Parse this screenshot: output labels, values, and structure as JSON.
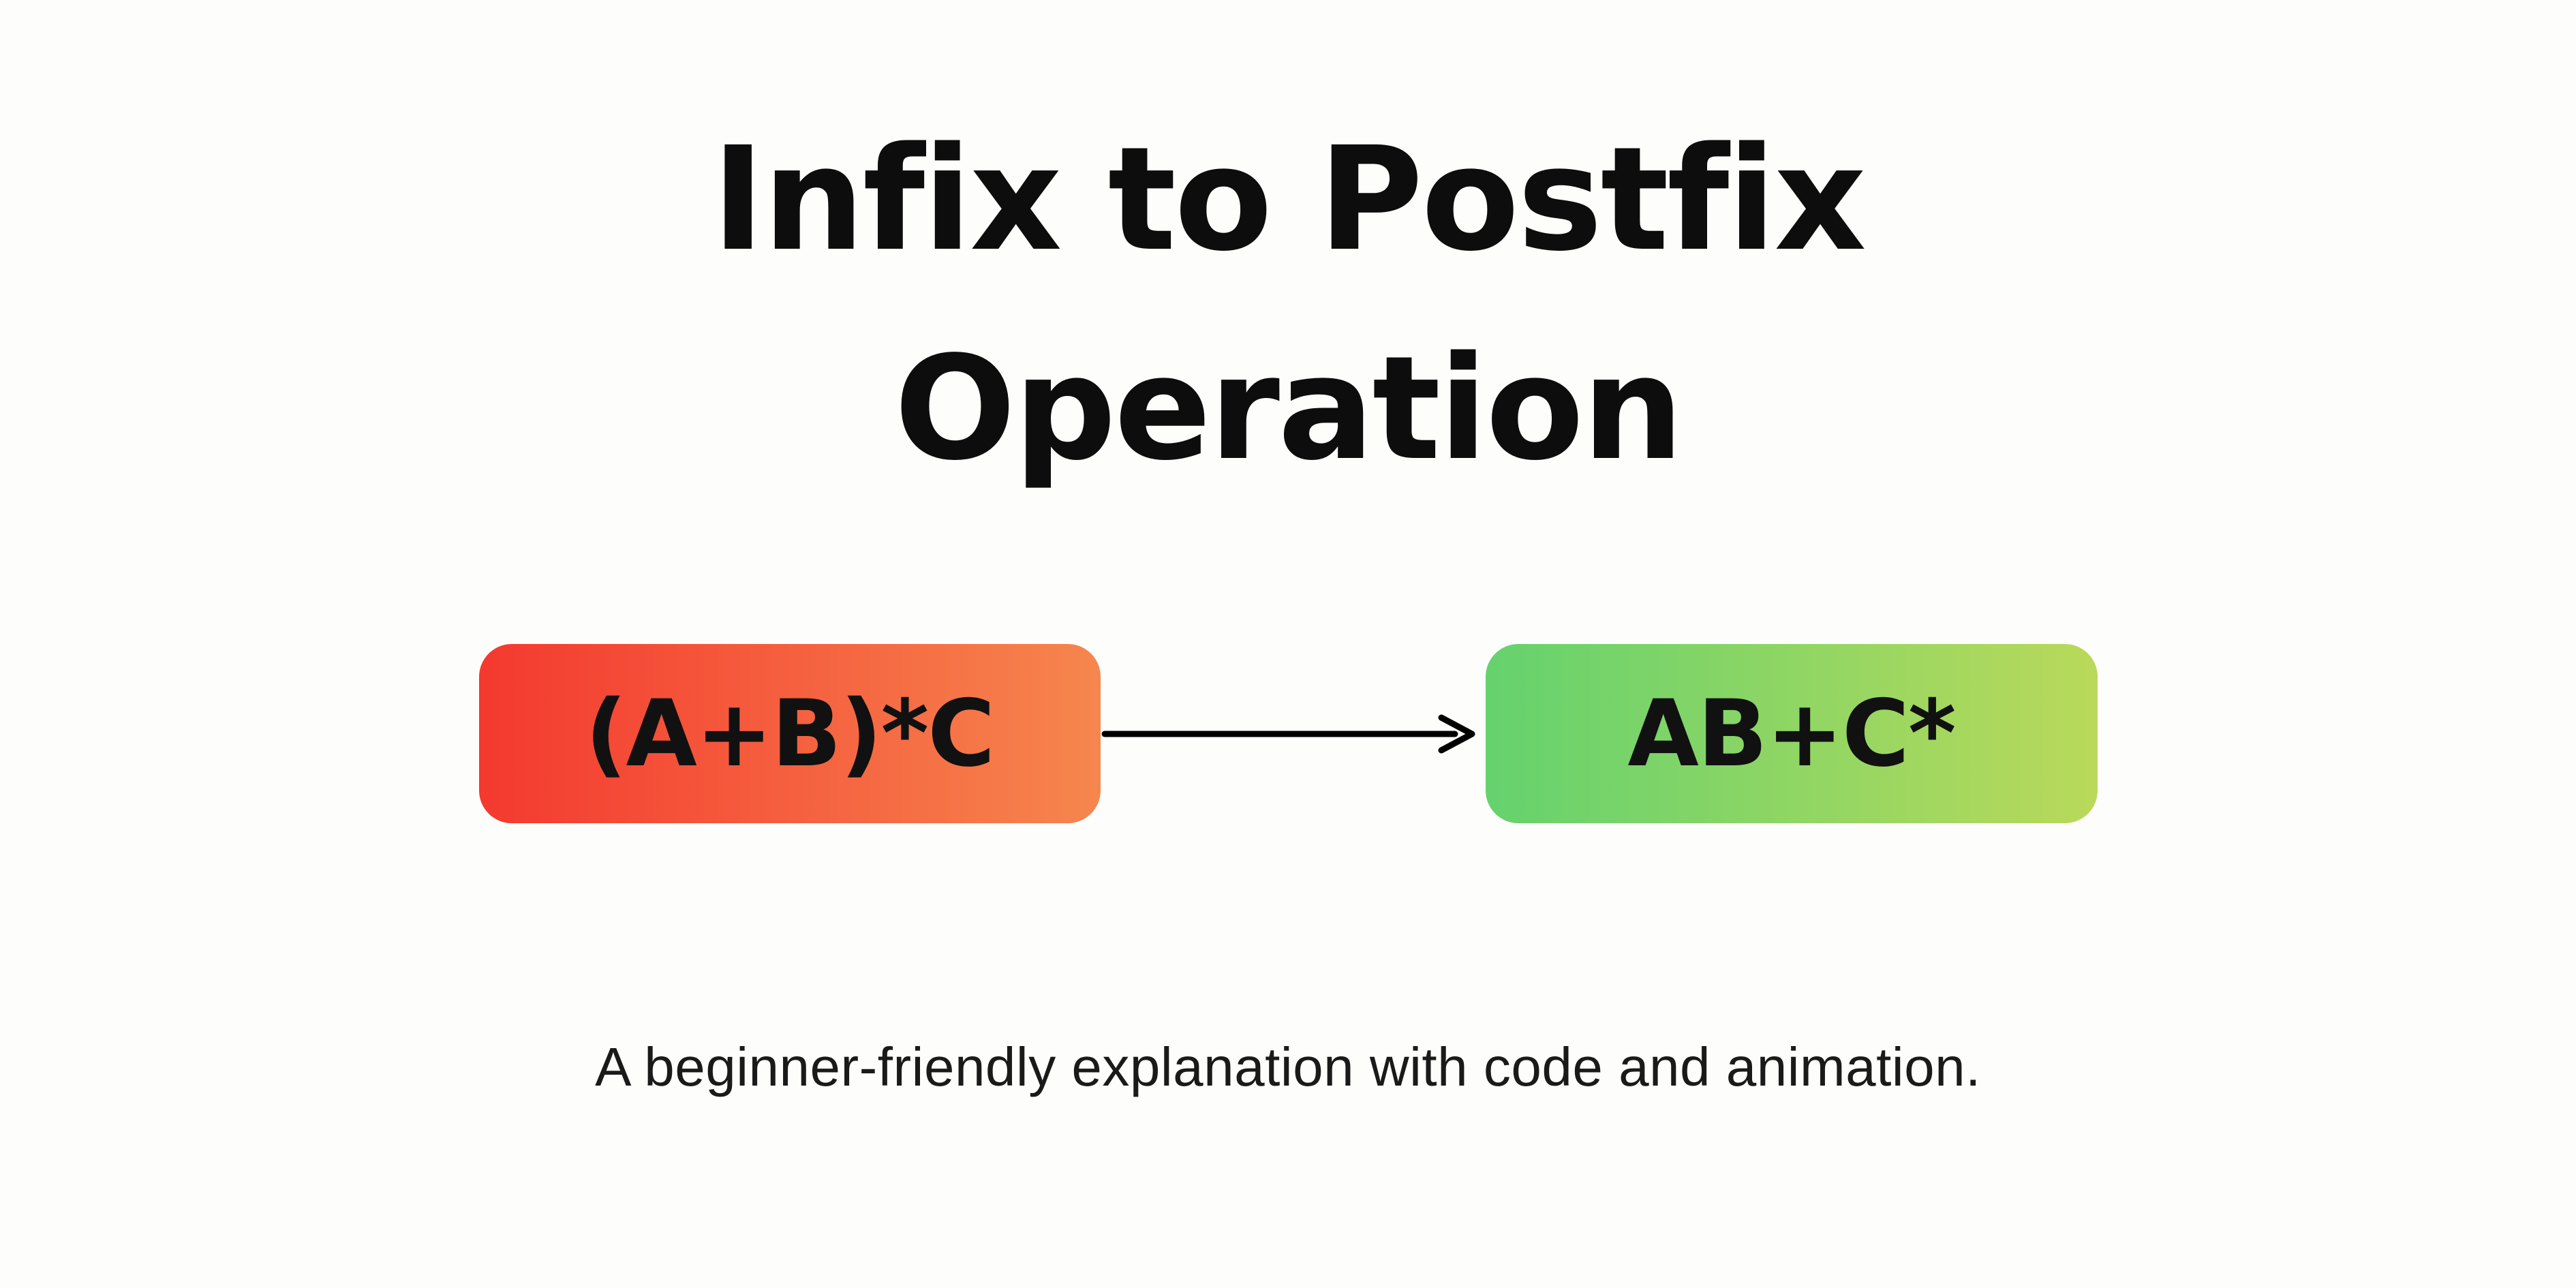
{
  "page": {
    "background": "#fdfdfc",
    "text_color": "#0d0d0d"
  },
  "title": {
    "lines": [
      "Infix to Postfix",
      "Operation"
    ]
  },
  "diagram": {
    "infix_box": {
      "label": "(A+B)*C",
      "gradient_start": "#f4392f",
      "gradient_end": "#f6864e"
    },
    "arrow": {
      "icon": "arrow-right-icon",
      "color": "#000000"
    },
    "postfix_box": {
      "label": "AB+C*",
      "gradient_start": "#65d26e",
      "gradient_end": "#b9d95a"
    }
  },
  "subtitle": "A beginner-friendly explanation with code and animation."
}
